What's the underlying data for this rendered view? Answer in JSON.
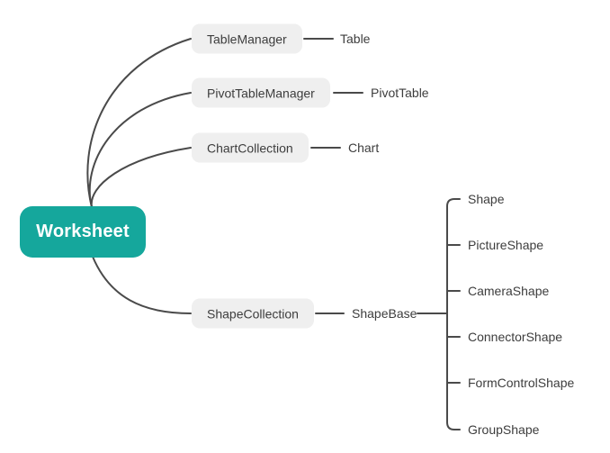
{
  "diagram": {
    "type": "mind-map",
    "root": {
      "label": "Worksheet"
    },
    "branches": [
      {
        "manager": "TableManager",
        "child": "Table"
      },
      {
        "manager": "PivotTableManager",
        "child": "PivotTable"
      },
      {
        "manager": "ChartCollection",
        "child": "Chart"
      },
      {
        "manager": "ShapeCollection",
        "child": "ShapeBase",
        "children": [
          "Shape",
          "PictureShape",
          "CameraShape",
          "ConnectorShape",
          "FormControlShape",
          "GroupShape"
        ]
      }
    ],
    "colors": {
      "root_fill": "#15a79c",
      "root_text": "#ffffff",
      "branch_fill": "#efefef",
      "text": "#3d3d3d",
      "connector": "#4a4a4a",
      "background": "#ffffff"
    }
  }
}
